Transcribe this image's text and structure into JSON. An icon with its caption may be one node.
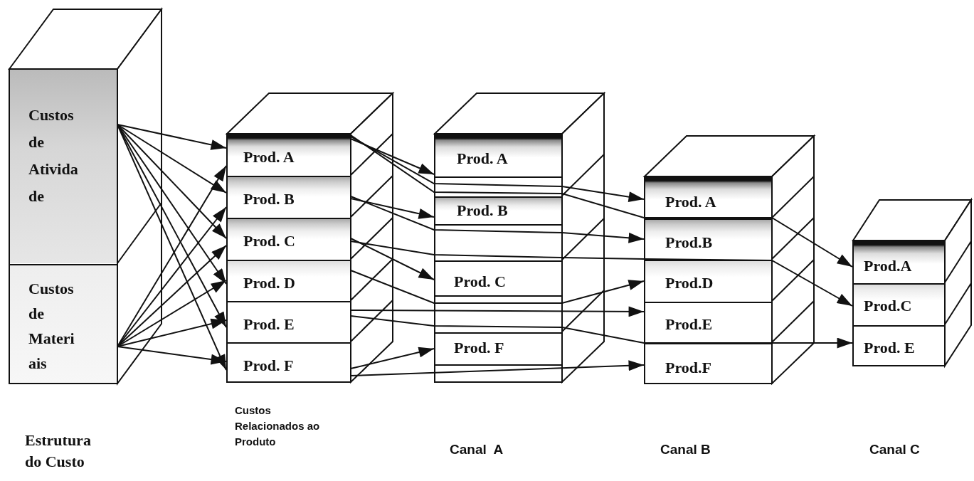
{
  "diagram": {
    "nodes": [
      {
        "text": [],
        "shape": "box"
      },
      {
        "text": [
          "Custos de Ativida de"
        ],
        "in": 0
      },
      {
        "text": [
          "Custos de Materi ais"
        ],
        "in": 0
      },
      {
        "text": [],
        "shape": "box"
      },
      {
        "text": [
          "Prod. A"
        ],
        "in": 3
      },
      {
        "text": [
          "Prod. B"
        ],
        "in": 3
      },
      {
        "text": [
          "Prod. C"
        ],
        "in": 3
      },
      {
        "text": [
          "Prod. D"
        ],
        "in": 3
      },
      {
        "text": [
          "Prod. E"
        ],
        "in": 3
      },
      {
        "text": [
          "Prod. F"
        ],
        "in": 3
      },
      {
        "text": [],
        "shape": "box"
      },
      {
        "text": [
          "Prod. A"
        ],
        "in": 10
      },
      {
        "text": [
          "Prod. B"
        ],
        "in": 10
      },
      {
        "text": [
          "Prod. C"
        ],
        "in": 10
      },
      {
        "text": [
          "Prod. F"
        ],
        "in": 10
      },
      {
        "text": [],
        "shape": "box"
      },
      {
        "text": [
          "Prod. A"
        ],
        "in": 15
      },
      {
        "text": [
          "Prod.B"
        ],
        "in": 15
      },
      {
        "text": [
          "Prod.D"
        ],
        "in": 15
      },
      {
        "text": [
          "Prod.E"
        ],
        "in": 15
      },
      {
        "text": [
          "Prod.F"
        ],
        "in": 15
      },
      {
        "text": [],
        "shape": "box"
      },
      {
        "text": [
          "Prod.A"
        ],
        "in": 21
      },
      {
        "text": [
          "Prod.C"
        ],
        "in": 21
      },
      {
        "text": [
          "Prod. E"
        ],
        "in": 21
      }
    ],
    "edges": [
      {
        "from": 1,
        "to": 4,
        "arrow": "to"
      },
      {
        "from": 1,
        "to": 5,
        "arrow": "to"
      },
      {
        "from": 1,
        "to": 6,
        "arrow": "to"
      },
      {
        "from": 1,
        "to": 7,
        "arrow": "to"
      },
      {
        "from": 1,
        "to": 8,
        "arrow": "to"
      },
      {
        "from": 1,
        "to": 9,
        "arrow": "to"
      },
      {
        "from": 2,
        "to": 4,
        "arrow": "to"
      },
      {
        "from": 2,
        "to": 5,
        "arrow": "to"
      },
      {
        "from": 2,
        "to": 6,
        "arrow": "to"
      },
      {
        "from": 2,
        "to": 7,
        "arrow": "to"
      },
      {
        "from": 2,
        "to": 8,
        "arrow": "to"
      },
      {
        "from": 2,
        "to": 9,
        "arrow": "to"
      },
      {
        "from": 4,
        "to": 11,
        "arrow": "to"
      },
      {
        "from": 4,
        "to": 16,
        "arrow": "to"
      },
      {
        "from": 4,
        "to": 22,
        "arrow": "to"
      },
      {
        "from": 5,
        "to": 12,
        "arrow": "to"
      },
      {
        "from": 5,
        "to": 17,
        "arrow": "to"
      },
      {
        "from": 6,
        "to": 13,
        "arrow": "to"
      },
      {
        "from": 6,
        "to": 23,
        "arrow": "to"
      },
      {
        "from": 7,
        "to": 18,
        "arrow": "to"
      },
      {
        "from": 8,
        "to": 19,
        "arrow": "to"
      },
      {
        "from": 8,
        "to": 24,
        "arrow": "to"
      },
      {
        "from": 9,
        "to": 14,
        "arrow": "to"
      },
      {
        "from": 9,
        "to": 20,
        "arrow": "to"
      }
    ],
    "labels": [
      "Custos Relacionados ao Produto",
      "Estrutura do Custo",
      "Canal  A",
      "Canal B",
      "Canal C"
    ]
  }
}
